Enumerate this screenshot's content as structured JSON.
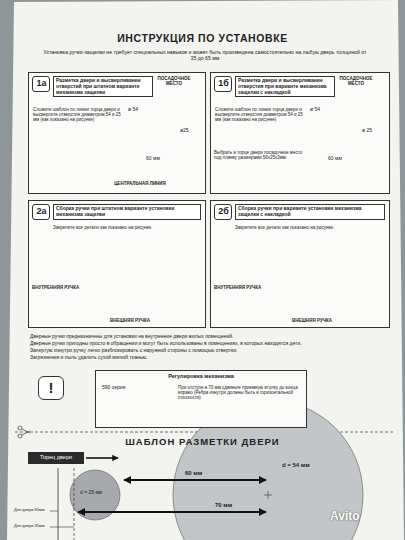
{
  "diagram": {
    "title": "ИНСТРУКЦИЯ ПО УСТАНОВКЕ",
    "nodes": [
      {
        "text": [
          "Разметка двери и высверливание отверстий при штатном варианте механизма защелки",
          "Сложите шаблон по линии торца двери и высверлите отверстия диаметром 54 и 25 мм (как показано на рисунке)"
        ]
      },
      {
        "text": [
          "1а"
        ],
        "in": 0
      },
      {
        "text": [
          "Разметка двери и высверливание отверстия при варианте механизма защелки с накладкой",
          "Сложите шаблон по линии торца двери и высверлите отверстия диаметром 54 и 25 мм (как показано на рисунке)"
        ]
      },
      {
        "text": [
          "1б"
        ],
        "in": 2
      },
      {
        "text": [
          "Сборка ручки при штатном варианте установки механизма защелки",
          "Закрепите все детали как показано на рисунке."
        ]
      },
      {
        "text": [
          "2а"
        ],
        "in": 4
      },
      {
        "text": [
          "Сборка ручки при варианте установки механизма защелки с накладкой",
          "Закрепите все детали как показано на рисунке."
        ]
      },
      {
        "text": [
          "2б"
        ],
        "in": 6
      },
      {
        "text": [
          "!"
        ]
      },
      {
        "text": [
          "Регулировка механизма",
          "590 серия",
          "При отступе в 70 мм сдвиньте приемную втулку до конца вправо (Ребра изнутри должны быть в горизонтальной плоскости)"
        ]
      },
      {
        "text": [
          "Торец двери"
        ]
      }
    ],
    "labels": [
      "Установка ручки-защелки не требует специальных навыков и может быть произведена самостоятельно на любую дверь толщиной от 35 до 65 мм",
      "ПОСАДОЧНОЕ МЕСТО",
      "ø 54",
      "ø25",
      "60 мм",
      "ЦЕНТРАЛЬНАЯ ЛИНИЯ",
      "ПОСАДОЧНОЕ МЕСТО",
      "ø 54",
      "ø 25",
      "60 мм",
      "Выбрать в торце двери посадочное место под планку размерами 56х25х3мм",
      "ВНУТРЕННЯЯ РУЧКА",
      "ВНЕШНЯЯ РУЧКА",
      "ВНУТРЕННЯЯ РУЧКА",
      "ВНЕШНЯЯ РУЧКА",
      "Дверные ручки предназначены для установки на внутренние двери жилых помещений.",
      "Дверные ручки пригодны просто в обращении и могут быть использованы в помещениях, в которых находятся дети.",
      "Запертую изнутри ручку легко разблокировать с наружной стороны с помощью отвертки.",
      "Загрязнения и пыль удалить сухой мягкой тканью.",
      "ШАБЛОН РАЗМЕТКИ ДВЕРИ",
      "d = 25 мм",
      "60 мм",
      "d = 54 мм",
      "70 мм",
      "Для двери 65мм",
      "Для двери 35мм",
      "Avito"
    ]
  }
}
